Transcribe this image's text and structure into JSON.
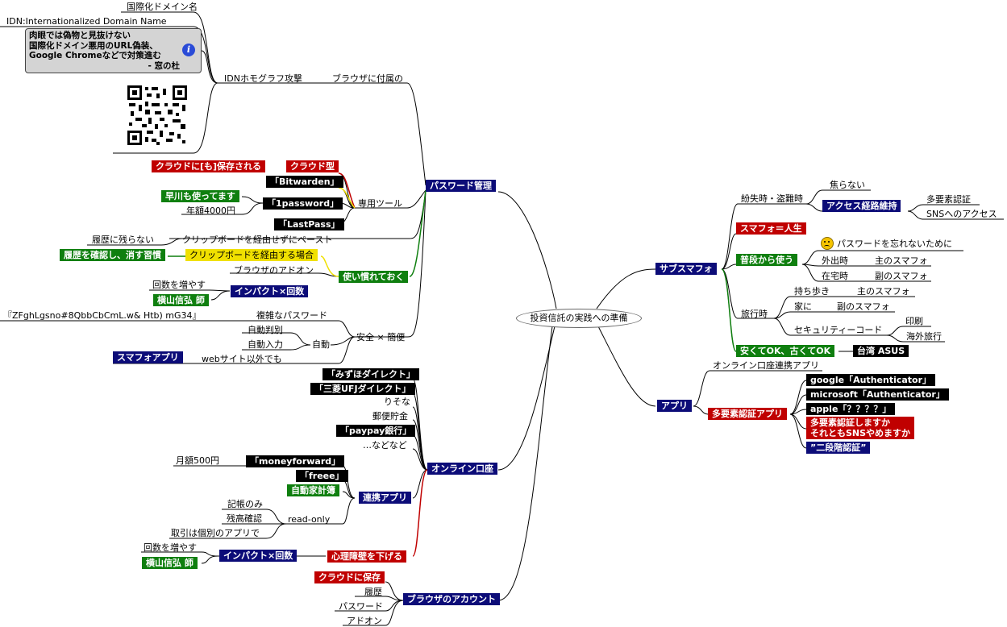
{
  "center": "投資信託の実践への準備",
  "password": {
    "title": "パスワード管理",
    "idn": {
      "attack": "IDNホモグラフ攻撃",
      "browser_attached": "ブラウザに付属の",
      "name_jp": "国際化ドメイン名",
      "name_en": "IDN:Internationalized Domain Name",
      "note_lines": [
        "肉眼では偽物と見抜けない",
        "国際化ドメイン悪用のURL偽装、",
        "Google Chromeなどで対策進む"
      ],
      "note_source": "- 窓の杜"
    },
    "tools": {
      "label": "専用ツール",
      "cloud_type": "クラウド型",
      "cloud_saved": "クラウドに[も]保存される",
      "bitwarden": "「Bitwarden」",
      "onepassword": "「1password」",
      "hayakawa": "早川も使ってます",
      "yearly": "年額4000円",
      "lastpass": "「LastPass」"
    },
    "clipboard": {
      "paste": "クリップボードを経由せずにペースト",
      "no_history": "履歴に残らない"
    },
    "getting_used": {
      "label": "使い慣れておく",
      "via_clipboard": "クリップボードを経由する場合",
      "check_history": "履歴を確認し、消す習慣",
      "browser_addon": "ブラウザのアドオン",
      "impact": "インパクト×回数",
      "increase": "回数を増やす",
      "yokoyama": "横山信弘 師"
    },
    "safety": {
      "label": "安全 × 簡便",
      "complex": "複雑なパスワード",
      "example": "『ZFghLgsno#8QbbCbCmL.w& Htb) mG34』",
      "auto": "自動",
      "auto_judge": "自動判別",
      "auto_input": "自動入力",
      "non_web": "webサイト以外でも",
      "smartphone_app": "スマフォアプリ"
    }
  },
  "online": {
    "title": "オンライン口座",
    "banks": [
      "「みずほダイレクト」",
      "「三菱UFJダイレクト」",
      "りそな",
      "郵便貯金",
      "「paypay銀行」",
      "…などなど"
    ],
    "linked": {
      "label": "連携アプリ",
      "moneyforward": "「moneyforward」",
      "monthly": "月額500円",
      "freee": "「freee」",
      "household": "自動家計簿",
      "readonly": "read-only",
      "bookkeeping": "記帳のみ",
      "balance": "残高確認",
      "transactions": "取引は個別のアプリで"
    },
    "barrier": {
      "label": "心理障壁を下げる",
      "impact": "インパクト×回数",
      "increase": "回数を増やす",
      "yokoyama": "横山信弘 師"
    }
  },
  "browser_account": {
    "title": "ブラウザのアカウント",
    "items": [
      "クラウドに保存",
      "履歴",
      "パスワード",
      "アドオン"
    ]
  },
  "sub_phone": {
    "title": "サブスマフォ",
    "loss": {
      "label": "紛失時・盗難時",
      "panic": "焦らない",
      "maintain": "アクセス経路維持",
      "mfa": "多要素認証",
      "sns": "SNSへのアクセス"
    },
    "life": "スマフォ＝人生",
    "daily": {
      "label": "普段から使う",
      "forget": "パスワードを忘れないために",
      "out": "外出時",
      "main_phone": "主のスマフォ",
      "home": "在宅時",
      "sub_phone": "副のスマフォ"
    },
    "travel": {
      "label": "旅行時",
      "carry": "持ち歩き",
      "main_phone": "主のスマフォ",
      "home": "家に",
      "sub_phone": "副のスマフォ",
      "security_code": "セキュリティーコード",
      "print": "印刷",
      "abroad": "海外旅行"
    },
    "cheap": "安くてOK、古くてOK",
    "asus": "台湾 ASUS"
  },
  "apps": {
    "title": "アプリ",
    "online_link": "オンライン口座連携アプリ",
    "mfa_app": "多要素認証アプリ",
    "google": "google「Authenticator」",
    "microsoft": "microsoft「Authenticator」",
    "apple": "apple「？？？？」",
    "question_1": "多要素認証しますか",
    "question_2": "それともSNSやめますか",
    "two_step": "”二段階認証”"
  }
}
